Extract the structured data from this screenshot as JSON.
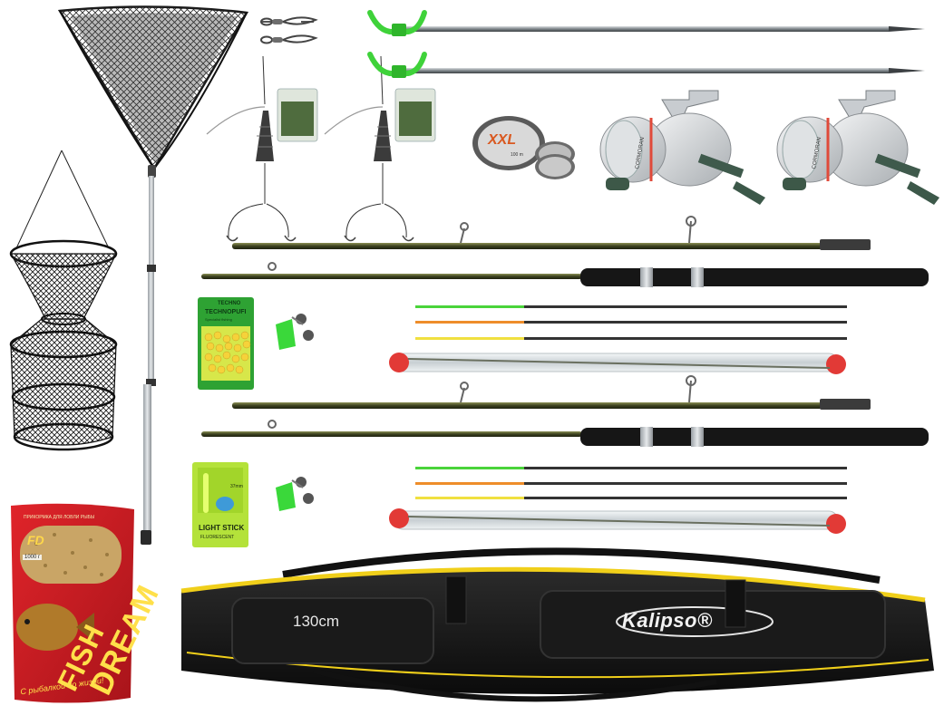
{
  "bag": {
    "size_label": "130cm",
    "brand_label": "Kalipso®"
  },
  "groundbait": {
    "brand": "FD",
    "subtitle": "ПРИКОРМКА ДЛЯ ЛОВЛИ РЫБЫ",
    "weight": "1000 г",
    "title_word1": "FISH",
    "title_word2": "DREAM",
    "slogan": "С рыбалкой по жизни!"
  },
  "light_stick": {
    "title": "LIGHT STICK",
    "subtitle": "FLUORESCENT",
    "size": "37mm"
  },
  "bait_pack": {
    "brand": "TECHNO",
    "name": "TECHNOPUFI",
    "subtitle": "Specialist fishing"
  },
  "line_spool": {
    "title": "XXL",
    "length": "100 m"
  },
  "reels": {
    "label": "CORMORAN"
  }
}
